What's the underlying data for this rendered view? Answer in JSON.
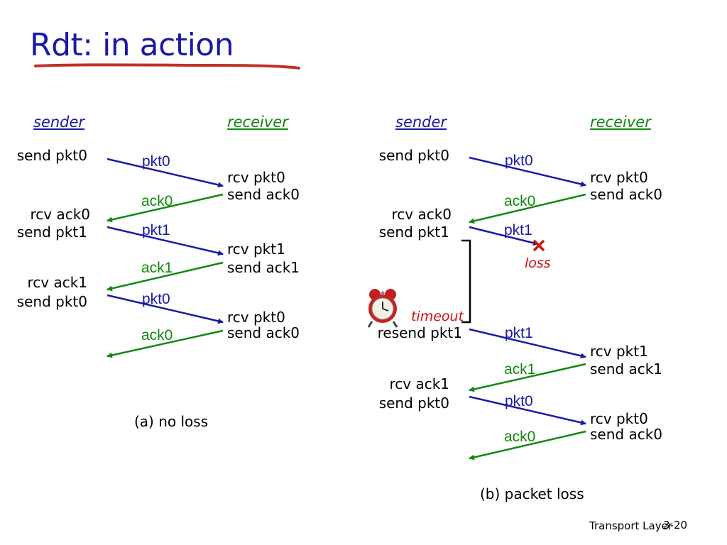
{
  "title": "Rdt: in action",
  "colors": {
    "title": "#1a1aa6",
    "pkt": "#1a1aa6",
    "ack": "#118811",
    "loss": "#d10f0f",
    "underline": "#c0302a"
  },
  "a": {
    "sender_header": "sender",
    "receiver_header": "receiver",
    "sender_events": [
      "send pkt0",
      "rcv ack0",
      "send pkt1",
      "rcv ack1",
      "send pkt0"
    ],
    "receiver_events": [
      "rcv pkt0",
      "send ack0",
      "rcv pkt1",
      "send ack1",
      "rcv pkt0",
      "send ack0"
    ],
    "messages": [
      "pkt0",
      "ack0",
      "pkt1",
      "ack1",
      "pkt0",
      "ack0"
    ],
    "caption": "(a) no loss"
  },
  "b": {
    "sender_header": "sender",
    "receiver_header": "receiver",
    "sender_events": [
      "send pkt0",
      "rcv ack0",
      "send pkt1",
      "resend pkt1",
      "rcv ack1",
      "send pkt0"
    ],
    "receiver_events": [
      "rcv pkt0",
      "send ack0",
      "rcv pkt1",
      "send ack1",
      "rcv pkt0",
      "send ack0"
    ],
    "messages": [
      "pkt0",
      "ack0",
      "pkt1",
      "pkt1",
      "ack1",
      "pkt0",
      "ack0"
    ],
    "loss_label": "loss",
    "timeout_label": "timeout",
    "caption": "(b) packet loss"
  },
  "footer": {
    "text": "Transport Layer",
    "page": "3-20"
  }
}
